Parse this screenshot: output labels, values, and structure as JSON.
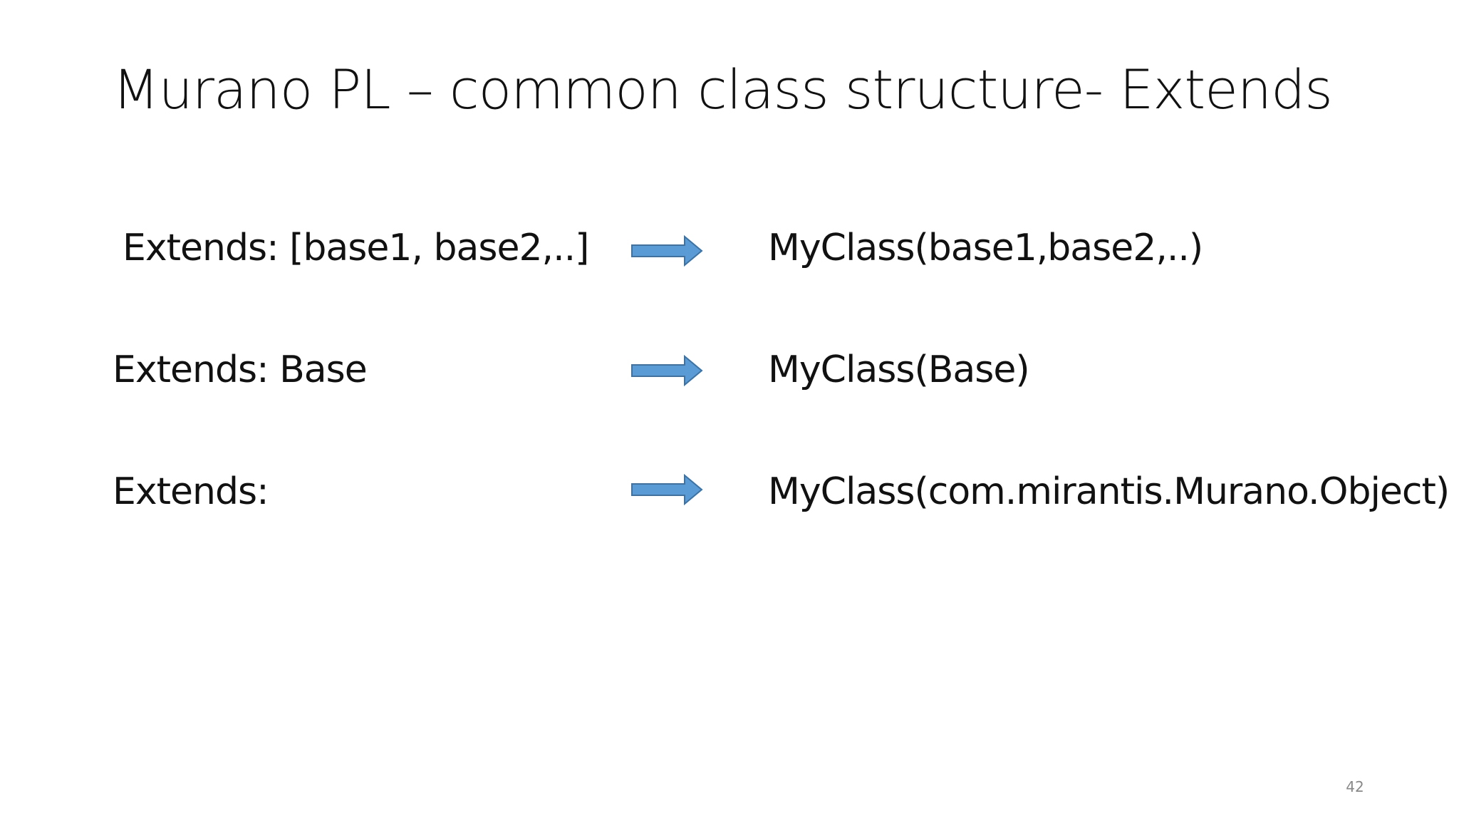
{
  "slide": {
    "title": "Murano PL – common class structure- Extends",
    "rows": [
      {
        "left": "Extends: [base1, base2,..]",
        "right": "MyClass(base1,base2,..)"
      },
      {
        "left": "Extends: Base",
        "right": "MyClass(Base)"
      },
      {
        "left": "Extends:",
        "right": "MyClass(com.mirantis.Murano.Object)"
      }
    ],
    "page_number": "42"
  },
  "colors": {
    "arrow_fill": "#5B9BD5",
    "arrow_stroke": "#41719C"
  },
  "icons": {
    "arrow": "right-arrow-icon"
  }
}
